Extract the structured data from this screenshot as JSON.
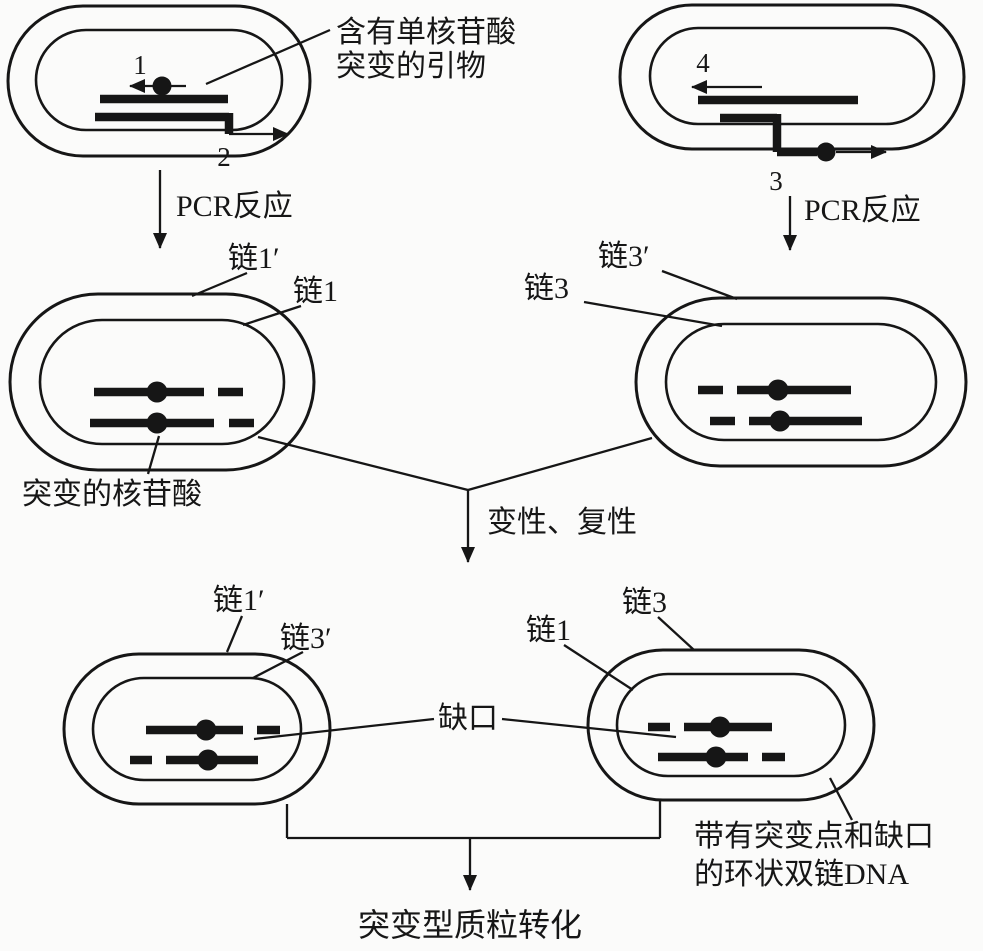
{
  "colors": {
    "ink": "#161616",
    "background": "#fbfbfa"
  },
  "top_left_plasmid": {
    "primer1_number": "1",
    "primer2_number": "2",
    "annotation_line1": "含有单核苷酸",
    "annotation_line2": "突变的引物",
    "pcr_label": "PCR反应"
  },
  "top_right_plasmid": {
    "primer3_number": "3",
    "primer4_number": "4",
    "pcr_label": "PCR反应"
  },
  "mid_left_plasmid": {
    "outer_strand_label": "链1′",
    "inner_strand_label": "链1",
    "mutation_label": "突变的核苷酸"
  },
  "mid_right_plasmid": {
    "outer_strand_label": "链3′",
    "inner_strand_label": "链3"
  },
  "denature_step": {
    "label": "变性、复性"
  },
  "bottom_left_plasmid": {
    "outer_strand_label": "链1′",
    "inner_strand_label": "链3′"
  },
  "bottom_right_plasmid": {
    "inner_strand_label": "链1",
    "outer_strand_label": "链3"
  },
  "bottom_annotations": {
    "nick_label": "缺口",
    "dsdna_label_line1": "带有突变点和缺口",
    "dsdna_label_line2": "的环状双链DNA",
    "transform_label": "突变型质粒转化"
  }
}
